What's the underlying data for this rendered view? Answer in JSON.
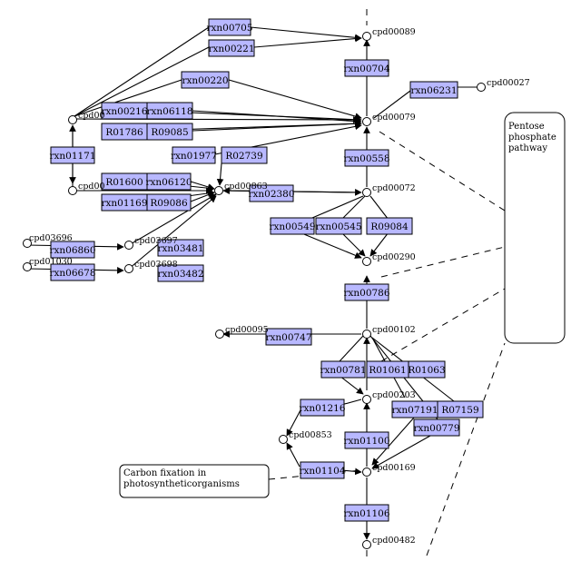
{
  "reactions": [
    {
      "id": "r1",
      "label": "rxn00705"
    },
    {
      "id": "r2",
      "label": "rxn00221"
    },
    {
      "id": "r3",
      "label": "rxn00220"
    },
    {
      "id": "r4",
      "label": "rxn00216"
    },
    {
      "id": "r5",
      "label": "rxn06118"
    },
    {
      "id": "r6",
      "label": "R01786"
    },
    {
      "id": "r7",
      "label": "R09085"
    },
    {
      "id": "r8",
      "label": "rxn01171"
    },
    {
      "id": "r9",
      "label": "rxn01977"
    },
    {
      "id": "r10",
      "label": "R02739"
    },
    {
      "id": "r11",
      "label": "R01600"
    },
    {
      "id": "r12",
      "label": "rxn06120"
    },
    {
      "id": "r13",
      "label": "rxn01169"
    },
    {
      "id": "r14",
      "label": "R09086"
    },
    {
      "id": "r15",
      "label": "rxn02380"
    },
    {
      "id": "r16",
      "label": "rxn06860"
    },
    {
      "id": "r17",
      "label": "rxn03481"
    },
    {
      "id": "r18",
      "label": "rxn06678"
    },
    {
      "id": "r19",
      "label": "rxn03482"
    },
    {
      "id": "r20",
      "label": "rxn00704"
    },
    {
      "id": "r21",
      "label": "rxn06231"
    },
    {
      "id": "r22",
      "label": "rxn00558"
    },
    {
      "id": "r23",
      "label": "rxn00549"
    },
    {
      "id": "r24",
      "label": "rxn00545"
    },
    {
      "id": "r25",
      "label": "R09084"
    },
    {
      "id": "r26",
      "label": "rxn00786"
    },
    {
      "id": "r27",
      "label": "rxn00747"
    },
    {
      "id": "r28",
      "label": "rxn00781"
    },
    {
      "id": "r29",
      "label": "R01061"
    },
    {
      "id": "r30",
      "label": "R01063"
    },
    {
      "id": "r31",
      "label": "rxn01216"
    },
    {
      "id": "r32",
      "label": "rxn07191"
    },
    {
      "id": "r33",
      "label": "R07159"
    },
    {
      "id": "r34",
      "label": "rxn00779"
    },
    {
      "id": "r35",
      "label": "rxn01100"
    },
    {
      "id": "r36",
      "label": "rxn01104"
    },
    {
      "id": "r37",
      "label": "rxn01106"
    }
  ],
  "compounds": [
    {
      "id": "c1",
      "label": "cpd00089"
    },
    {
      "id": "c2",
      "label": "cpd00079"
    },
    {
      "id": "c3",
      "label": "cpd00027"
    },
    {
      "id": "c4",
      "label": "cpd00072"
    },
    {
      "id": "c5",
      "label": "cpd00290"
    },
    {
      "id": "c6",
      "label": "cpd00863"
    },
    {
      "id": "c7",
      "label": "cpd00"
    },
    {
      "id": "c8",
      "label": "cpd00"
    },
    {
      "id": "c9",
      "label": "cpd03696"
    },
    {
      "id": "c10",
      "label": "cpd03697"
    },
    {
      "id": "c11",
      "label": "cpd01030"
    },
    {
      "id": "c12",
      "label": "cpd03698"
    },
    {
      "id": "c13",
      "label": "cpd00095"
    },
    {
      "id": "c14",
      "label": "cpd00102"
    },
    {
      "id": "c15",
      "label": "cpd00203"
    },
    {
      "id": "c16",
      "label": "cpd00853"
    },
    {
      "id": "c17",
      "label": "cpd00169"
    },
    {
      "id": "c18",
      "label": "cpd00482"
    }
  ],
  "pathways": [
    {
      "id": "p1",
      "lines": [
        "Pentose",
        "phosphate",
        "pathway"
      ]
    },
    {
      "id": "p2",
      "lines": [
        "Carbon fixation in",
        "photosyntheticorganisms"
      ]
    }
  ]
}
